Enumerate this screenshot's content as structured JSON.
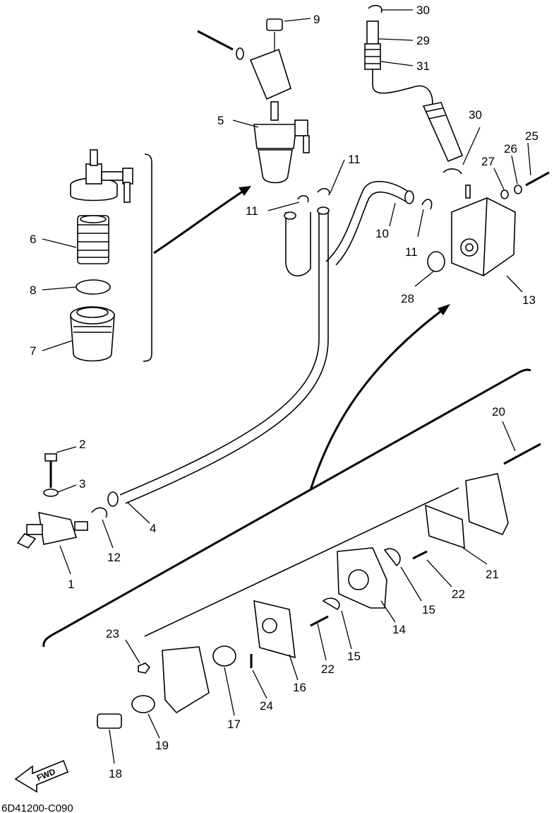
{
  "figure_code": "6D41200-C090",
  "direction_label": "FWD",
  "callouts": [
    {
      "id": "p1",
      "label": "1"
    },
    {
      "id": "p2",
      "label": "2"
    },
    {
      "id": "p3",
      "label": "3"
    },
    {
      "id": "p4",
      "label": "4"
    },
    {
      "id": "p5",
      "label": "5"
    },
    {
      "id": "p6",
      "label": "6"
    },
    {
      "id": "p7",
      "label": "7"
    },
    {
      "id": "p8",
      "label": "8"
    },
    {
      "id": "p9",
      "label": "9"
    },
    {
      "id": "p10",
      "label": "10"
    },
    {
      "id": "p11a",
      "label": "11"
    },
    {
      "id": "p11b",
      "label": "11"
    },
    {
      "id": "p11c",
      "label": "11"
    },
    {
      "id": "p12",
      "label": "12"
    },
    {
      "id": "p13",
      "label": "13"
    },
    {
      "id": "p14",
      "label": "14"
    },
    {
      "id": "p15a",
      "label": "15"
    },
    {
      "id": "p15b",
      "label": "15"
    },
    {
      "id": "p16",
      "label": "16"
    },
    {
      "id": "p17",
      "label": "17"
    },
    {
      "id": "p18",
      "label": "18"
    },
    {
      "id": "p19",
      "label": "19"
    },
    {
      "id": "p20",
      "label": "20"
    },
    {
      "id": "p21",
      "label": "21"
    },
    {
      "id": "p22a",
      "label": "22"
    },
    {
      "id": "p22b",
      "label": "22"
    },
    {
      "id": "p23",
      "label": "23"
    },
    {
      "id": "p24",
      "label": "24"
    },
    {
      "id": "p25",
      "label": "25"
    },
    {
      "id": "p26",
      "label": "26"
    },
    {
      "id": "p27",
      "label": "27"
    },
    {
      "id": "p28",
      "label": "28"
    },
    {
      "id": "p29",
      "label": "29"
    },
    {
      "id": "p30a",
      "label": "30"
    },
    {
      "id": "p30b",
      "label": "30"
    },
    {
      "id": "p31",
      "label": "31"
    }
  ]
}
